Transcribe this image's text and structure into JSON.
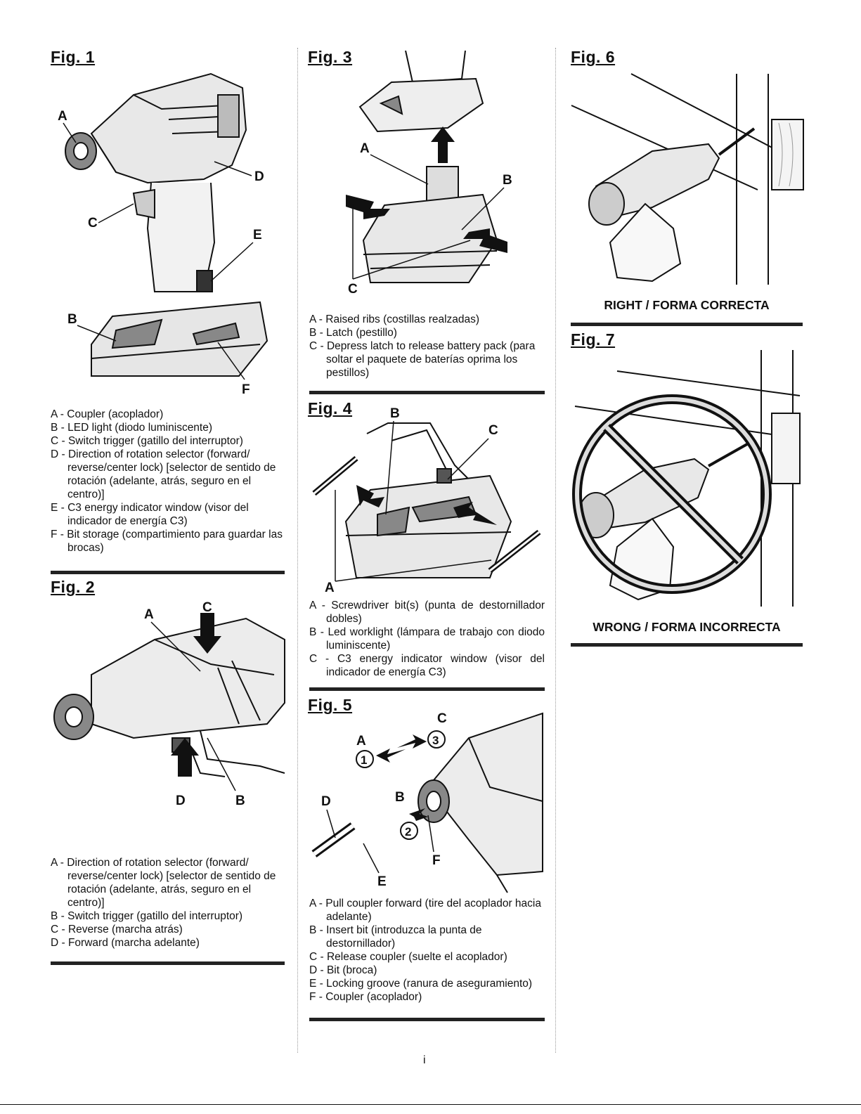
{
  "fig1": {
    "title": "Fig. 1",
    "labels": [
      "A",
      "B",
      "C",
      "D",
      "E",
      "F"
    ],
    "legend": [
      "A - Coupler (acoplador)",
      "B - LED light (diodo luminiscente)",
      "C - Switch trigger (gatillo del interruptor)",
      "D - Direction of rotation selector (forward/ reverse/center lock) [selector de sentido de rotación (adelante, atrás, seguro en el centro)]",
      "E - C3 energy indicator window (visor del indicador de energía C3)",
      "F - Bit storage (compartimiento para guardar las brocas)"
    ]
  },
  "fig2": {
    "title": "Fig. 2",
    "labels": [
      "A",
      "C",
      "D",
      "B"
    ],
    "legend": [
      "A - Direction of rotation selector (forward/ reverse/center lock) [selector de sentido de rotación (adelante, atrás, seguro en el centro)]",
      "B - Switch trigger (gatillo del interruptor)",
      "C - Reverse (marcha atrás)",
      "D - Forward (marcha adelante)"
    ]
  },
  "fig3": {
    "title": "Fig. 3",
    "labels": [
      "A",
      "B",
      "C"
    ],
    "legend": [
      "A - Raised ribs (costillas realzadas)",
      "B - Latch (pestillo)",
      "C - Depress latch to release battery pack (para soltar el paquete de baterías oprima los pestillos)"
    ]
  },
  "fig4": {
    "title": "Fig. 4",
    "labels": [
      "B",
      "C",
      "A"
    ],
    "legend": [
      "A - Screwdriver bit(s) (punta de destornillador dobles)",
      "B - Led worklight (lámpara de trabajo con diodo luminiscente)",
      "C - C3 energy indicator window (visor del indicador de energía C3)"
    ]
  },
  "fig5": {
    "title": "Fig. 5",
    "labels": [
      "C",
      "A",
      "B",
      "D",
      "E",
      "F"
    ],
    "steps": [
      "1",
      "2",
      "3"
    ],
    "legend": [
      "A - Pull coupler forward (tire del acoplador hacia adelante)",
      "B - Insert bit (introduzca la punta de destornillador)",
      "C - Release coupler (suelte el acoplador)",
      "D - Bit (broca)",
      "E - Locking groove (ranura de aseguramiento)",
      "F - Coupler (acoplador)"
    ]
  },
  "fig6": {
    "title": "Fig. 6",
    "caption": "RIGHT / FORMA CORRECTA"
  },
  "fig7": {
    "title": "Fig. 7",
    "caption": "WRONG / FORMA INCORRECTA"
  },
  "page_number": "i"
}
